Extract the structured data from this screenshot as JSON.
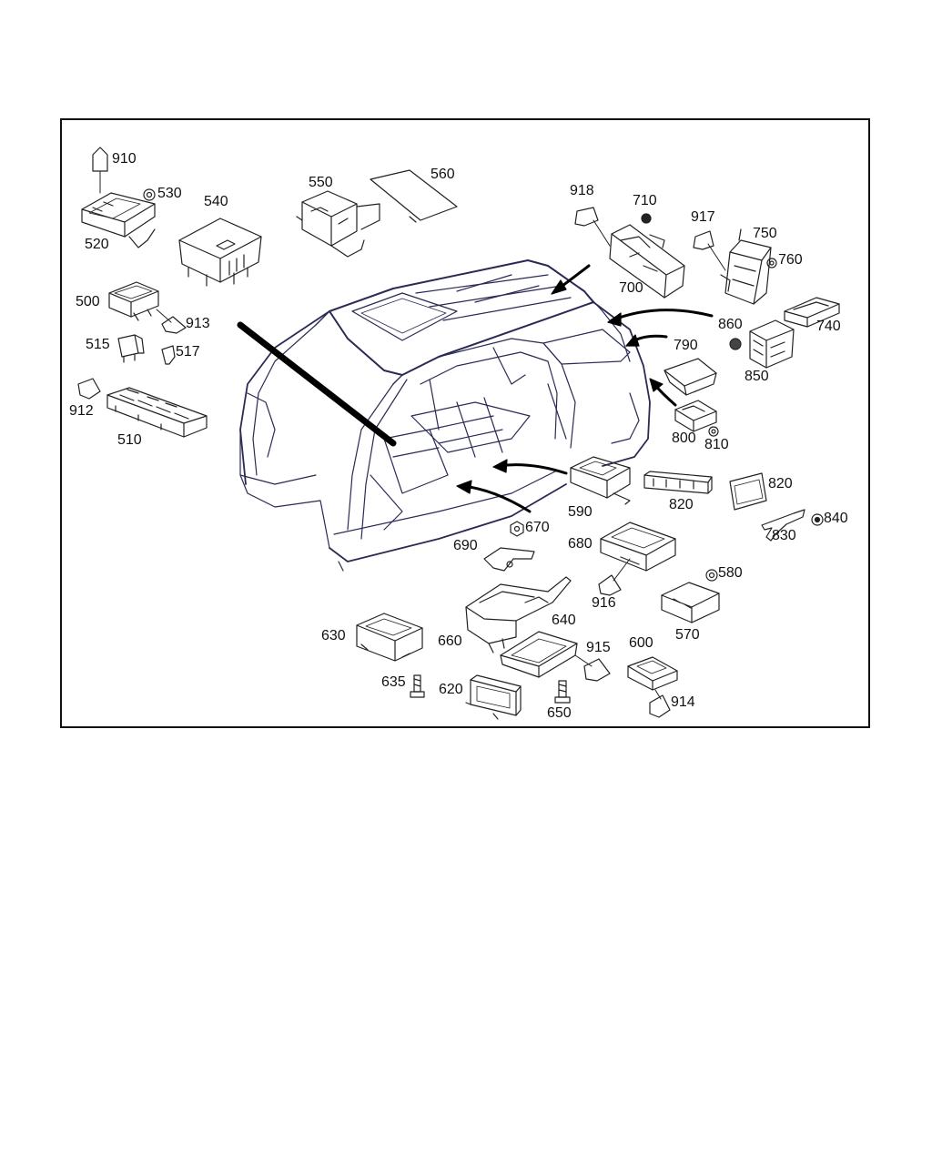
{
  "diagram": {
    "callouts": [
      {
        "id": "p910",
        "text": "910"
      },
      {
        "id": "p530",
        "text": "530"
      },
      {
        "id": "p520",
        "text": "520"
      },
      {
        "id": "p540",
        "text": "540"
      },
      {
        "id": "p550",
        "text": "550"
      },
      {
        "id": "p560",
        "text": "560"
      },
      {
        "id": "p918",
        "text": "918"
      },
      {
        "id": "p710",
        "text": "710"
      },
      {
        "id": "p917",
        "text": "917"
      },
      {
        "id": "p750",
        "text": "750"
      },
      {
        "id": "p760",
        "text": "760"
      },
      {
        "id": "p700",
        "text": "700"
      },
      {
        "id": "p740",
        "text": "740"
      },
      {
        "id": "p500",
        "text": "500"
      },
      {
        "id": "p913",
        "text": "913"
      },
      {
        "id": "p515",
        "text": "515"
      },
      {
        "id": "p517",
        "text": "517"
      },
      {
        "id": "p860",
        "text": "860"
      },
      {
        "id": "p790",
        "text": "790"
      },
      {
        "id": "p850",
        "text": "850"
      },
      {
        "id": "p912",
        "text": "912"
      },
      {
        "id": "p510",
        "text": "510"
      },
      {
        "id": "p800",
        "text": "800"
      },
      {
        "id": "p810",
        "text": "810"
      },
      {
        "id": "p820a",
        "text": "820"
      },
      {
        "id": "p590",
        "text": "590"
      },
      {
        "id": "p820b",
        "text": "820"
      },
      {
        "id": "p840",
        "text": "840"
      },
      {
        "id": "p670",
        "text": "670"
      },
      {
        "id": "p830",
        "text": "830"
      },
      {
        "id": "p680",
        "text": "680"
      },
      {
        "id": "p690",
        "text": "690"
      },
      {
        "id": "p580",
        "text": "580"
      },
      {
        "id": "p916",
        "text": "916"
      },
      {
        "id": "p640",
        "text": "640"
      },
      {
        "id": "p630",
        "text": "630"
      },
      {
        "id": "p570",
        "text": "570"
      },
      {
        "id": "p660",
        "text": "660"
      },
      {
        "id": "p600",
        "text": "600"
      },
      {
        "id": "p915",
        "text": "915"
      },
      {
        "id": "p635",
        "text": "635"
      },
      {
        "id": "p620",
        "text": "620"
      },
      {
        "id": "p914",
        "text": "914"
      },
      {
        "id": "p650",
        "text": "650"
      }
    ]
  }
}
